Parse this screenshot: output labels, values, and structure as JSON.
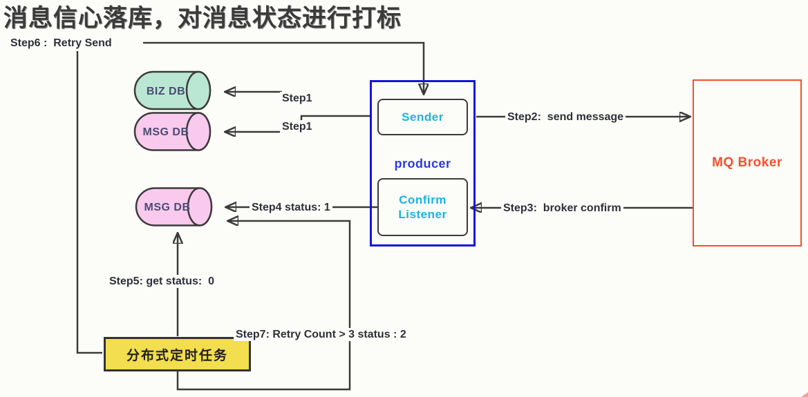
{
  "title": "消息信心落库，对消息状态进行打标",
  "nodes": {
    "biz_db": "BIZ DB",
    "msg_db_top": "MSG DB",
    "msg_db_bottom": "MSG DB",
    "sender": "Sender",
    "producer": "producer",
    "confirm_listener": "Confirm Listener",
    "mq_broker": "MQ Broker",
    "scheduled_task": "分布式定时任务"
  },
  "steps": {
    "step6": "Step6 :  Retry Send",
    "step1_biz": "Step1",
    "step1_msg": "Step1",
    "step2": "Step2:  send message",
    "step3": "Step3:  broker confirm",
    "step4": "Step4 status: 1",
    "step5": "Step5: get status:  0",
    "step7": "Step7: Retry Count > 3 status : 2"
  },
  "colors": {
    "line": "#3a3a3a",
    "producer_border": "#1414dd",
    "producer_text": "#2b3add",
    "inner_node_text": "#19b2e2",
    "broker_accent": "#f4502c",
    "biz_db_fill": "#b9e7d3",
    "msg_db_fill": "#f9c9ee",
    "task_fill": "#f2de4e",
    "label_text": "#2e3039"
  }
}
